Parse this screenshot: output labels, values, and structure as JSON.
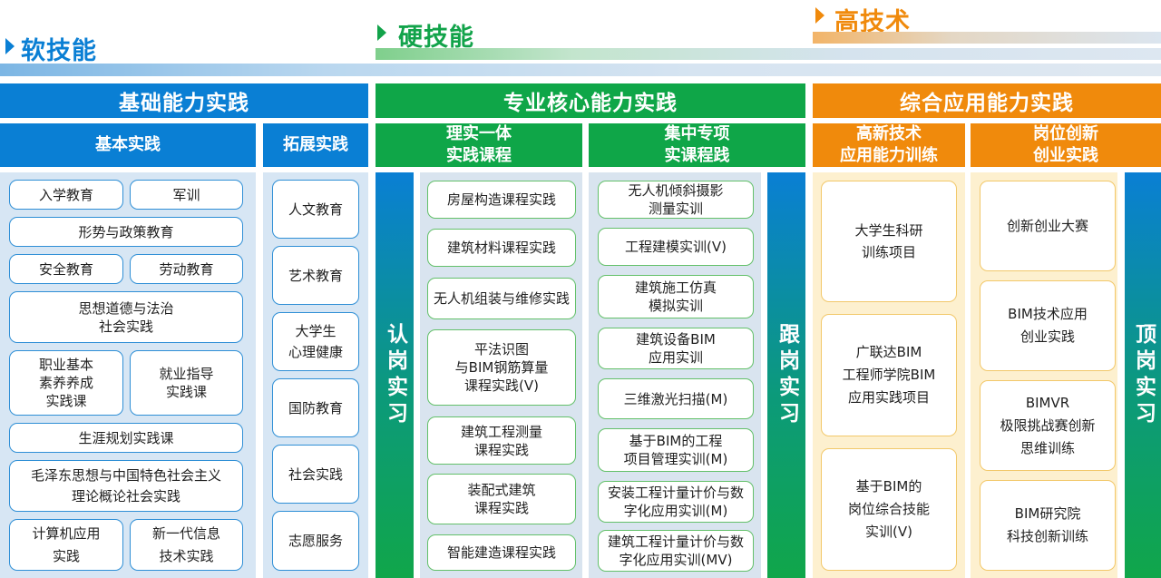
{
  "stages": {
    "soft": "软技能",
    "hard": "硬技能",
    "high": "高技术"
  },
  "headers": {
    "foundation": "基础能力实践",
    "core": "专业核心能力实践",
    "comprehensive": "综合应用能力实践",
    "basic": "基本实践",
    "extended": "拓展实践",
    "integrated": "理实一体\n实践课程",
    "focused": "集中专项\n实课程践",
    "hightech": "高新技术\n应用能力训练",
    "innovation": "岗位创新\n创业实践"
  },
  "vertical": {
    "cognition": "认岗实习",
    "follow": "跟岗实习",
    "top": "顶岗实习"
  },
  "basic_items": [
    "入学教育",
    "军训",
    "形势与政策教育",
    "安全教育",
    "劳动教育",
    "思想道德与法治\n社会实践",
    "职业基本\n素养养成\n实践课",
    "就业指导\n实践课",
    "生涯规划实践课",
    "毛泽东思想与中国特色社会主义\n理论概论社会实践",
    "计算机应用\n实践",
    "新一代信息\n技术实践"
  ],
  "extended_items": [
    "人文教育",
    "艺术教育",
    "大学生\n心理健康",
    "国防教育",
    "社会实践",
    "志愿服务"
  ],
  "integrated_items": [
    "房屋构造课程实践",
    "建筑材料课程实践",
    "无人机组装与维修实践",
    "平法识图\n与BIM钢筋算量\n课程实践(V)",
    "建筑工程测量\n课程实践",
    "装配式建筑\n课程实践",
    "智能建造课程实践"
  ],
  "focused_items": [
    "无人机倾斜摄影\n测量实训",
    "工程建模实训(V)",
    "建筑施工仿真\n模拟实训",
    "建筑设备BIM\n应用实训",
    "三维激光扫描(M)",
    "基于BIM的工程\n项目管理实训(M)",
    "安装工程计量计价与数\n字化应用实训(M)",
    "建筑工程计量计价与数\n字化应用实训(MV)"
  ],
  "hightech_items": [
    "大学生科研\n训练项目",
    "广联达BIM\n工程师学院BIM\n应用实践项目",
    "基于BIM的\n岗位综合技能\n实训(V)"
  ],
  "innovation_items": [
    "创新创业大赛",
    "BIM技术应用\n创业实践",
    "BIMVR\n极限挑战赛创新\n思维训练",
    "BIM研究院\n科技创新训练"
  ],
  "colors": {
    "blue": "#0a7fd4",
    "green": "#0fa648",
    "orange": "#f08a0c",
    "blue_panel": "#d7e6f4",
    "green_panel": "#d9e4ef",
    "orange_panel": "#fdf0cf"
  }
}
